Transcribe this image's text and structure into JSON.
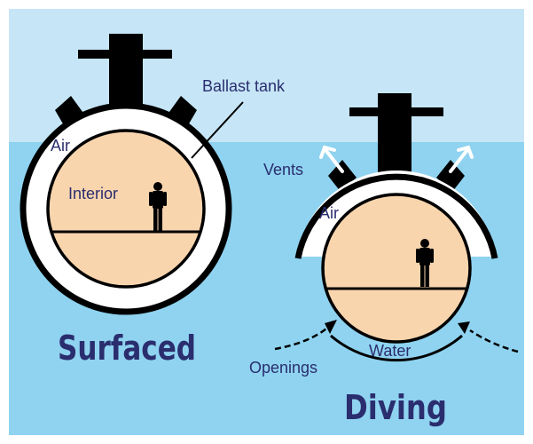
{
  "diagram": {
    "colors": {
      "sky": "#c6e6f7",
      "sea": "#8fd3f0",
      "hull": "#000000",
      "tank_air": "#ffffff",
      "interior": "#f9d5ae",
      "label": "#2a2d6e"
    },
    "surfaced": {
      "title": "Surfaced",
      "labels": {
        "air": "Air",
        "interior": "Interior",
        "ballast_tank": "Ballast tank"
      }
    },
    "diving": {
      "title": "Diving",
      "labels": {
        "vents": "Vents",
        "air": "Air",
        "water": "Water",
        "openings": "Openings"
      }
    }
  }
}
